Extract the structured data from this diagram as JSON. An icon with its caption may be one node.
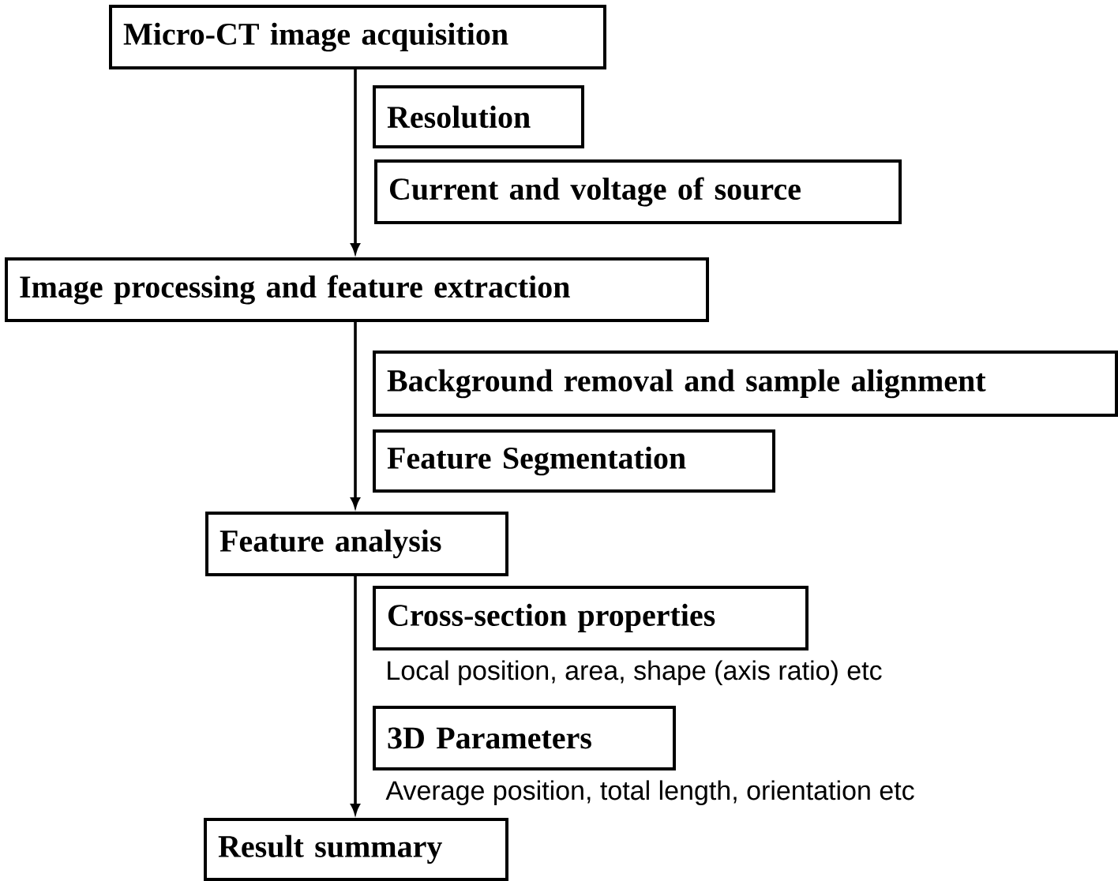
{
  "diagram": {
    "nodes": [
      {
        "text": [
          "Micro-CT image acquisition"
        ]
      },
      {
        "text": [
          "Resolution"
        ]
      },
      {
        "text": [
          "Current and voltage of source"
        ]
      },
      {
        "text": [
          "Image processing and feature extraction"
        ]
      },
      {
        "text": [
          "Background removal and sample alignment"
        ]
      },
      {
        "text": [
          "Feature Segmentation"
        ]
      },
      {
        "text": [
          "Feature analysis"
        ]
      },
      {
        "text": [
          "Cross-section properties"
        ],
        "beside": [
          "Local position, area, shape (axis ratio) etc"
        ]
      },
      {
        "text": [
          "3D Parameters"
        ],
        "beside": [
          "Average position, total length, orientation etc"
        ]
      },
      {
        "text": [
          "Result summary"
        ]
      }
    ],
    "edges": [
      {
        "from": 0,
        "to": 3,
        "arrow": "to"
      },
      {
        "from": 3,
        "to": 6,
        "arrow": "to"
      },
      {
        "from": 6,
        "to": 9,
        "arrow": "to"
      }
    ]
  }
}
